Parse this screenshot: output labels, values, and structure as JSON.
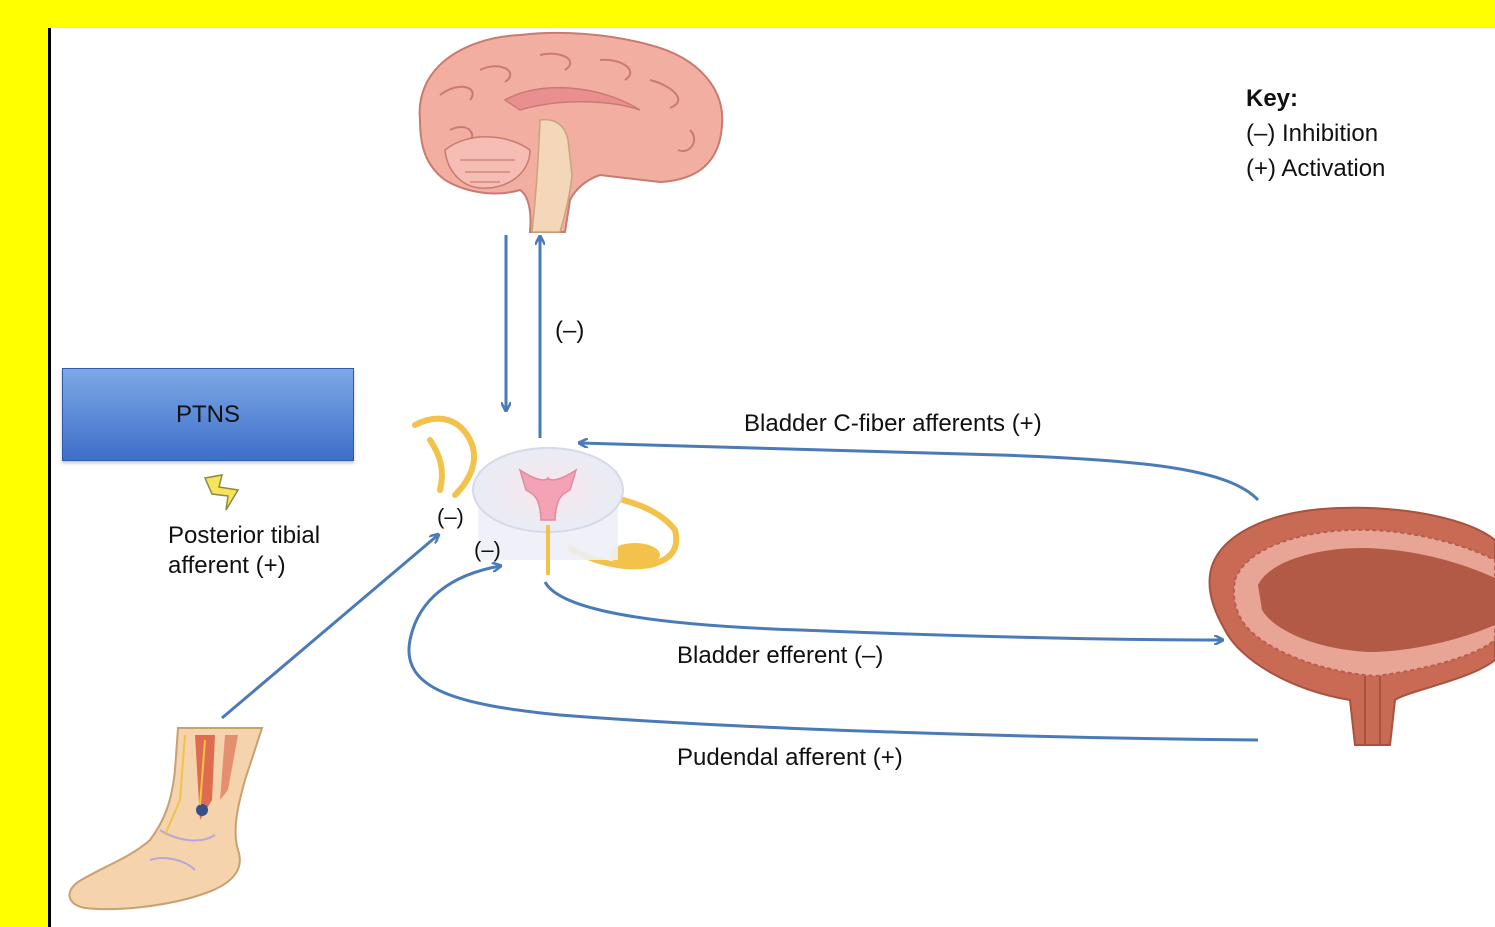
{
  "diagram": {
    "ptns_label": "PTNS",
    "key": {
      "title": "Key:",
      "inhibition": "(–) Inhibition",
      "activation": "(+) Activation"
    },
    "labels": {
      "posterior_tibial_line1": "Posterior tibial",
      "posterior_tibial_line2": "afferent (+)",
      "brain_inhibition": "(–)",
      "spinal_inhibition_1": "(–)",
      "spinal_inhibition_2": "(–)",
      "bladder_c_fiber": "Bladder C-fiber afferents (+)",
      "bladder_efferent": "Bladder efferent (–)",
      "pudendal_afferent": "Pudendal afferent (+)"
    },
    "colors": {
      "background": "#ffff00",
      "arrow": "#4a7ab8",
      "ptns_box": "#4f80d6",
      "nerve": "#f2c24a",
      "bladder": "#c96a55",
      "brain": "#f3aea2"
    },
    "icons": [
      "brain-illustration",
      "spinal-cord-illustration",
      "bladder-illustration",
      "leg-foot-illustration",
      "lightning-bolt-icon"
    ]
  }
}
